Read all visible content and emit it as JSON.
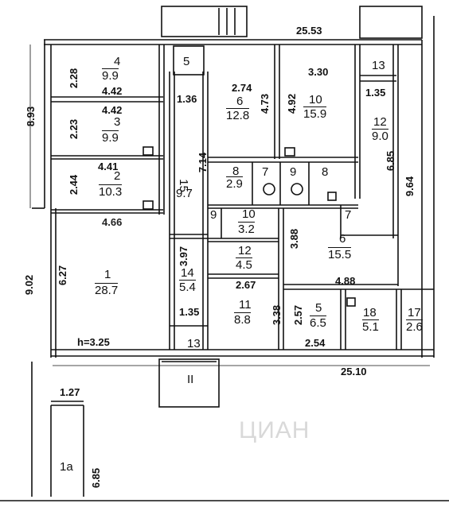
{
  "rooms": [
    {
      "num": "4",
      "area": "9.9"
    },
    {
      "num": "3",
      "area": "9.9"
    },
    {
      "num": "2",
      "area": "10.3"
    },
    {
      "num": "1",
      "area": "28.7"
    },
    {
      "num": "15",
      "area": "9.7"
    },
    {
      "num": "6",
      "area": "12.8"
    },
    {
      "num": "10",
      "area": "15.9"
    },
    {
      "num": "12",
      "area": "9.0"
    },
    {
      "num": "8",
      "area": "2.9"
    },
    {
      "num": "10",
      "area": "3.2"
    },
    {
      "num": "12",
      "area": "4.5"
    },
    {
      "num": "6",
      "area": "15.5"
    },
    {
      "num": "14",
      "area": "5.4"
    },
    {
      "num": "11",
      "area": "8.8"
    },
    {
      "num": "5",
      "area": "6.5"
    },
    {
      "num": "18",
      "area": "5.1"
    },
    {
      "num": "17",
      "area": "2.6"
    }
  ],
  "labels": {
    "r5": "5",
    "r13a": "13",
    "r13b": "13",
    "r7a": "7",
    "r9a": "9",
    "r8b": "8",
    "r9b": "9",
    "r7b": "7",
    "stair": "II",
    "r1a": "1a"
  },
  "dims": {
    "d2553": "25.53",
    "d893": "8.93",
    "d228": "2.28",
    "d442a": "4.42",
    "d442b": "4.42",
    "d223": "2.23",
    "d441": "4.41",
    "d244": "2.44",
    "d466": "4.66",
    "d627": "6.27",
    "d902": "9.02",
    "h": "h=3.25",
    "d136": "1.36",
    "d274": "2.74",
    "d473": "4.73",
    "d330": "3.30",
    "d492": "4.92",
    "d135a": "1.35",
    "d685": "6.85",
    "d964": "9.64",
    "d714": "7.14",
    "d397": "3.97",
    "d388": "3.88",
    "d267": "2.67",
    "d135b": "1.35",
    "d338": "3.38",
    "d257": "2.57",
    "d254": "2.54",
    "d488": "4.88",
    "d2510": "25.10",
    "d127": "1.27",
    "d685b": "6.85"
  },
  "watermark": "ЦИАН"
}
